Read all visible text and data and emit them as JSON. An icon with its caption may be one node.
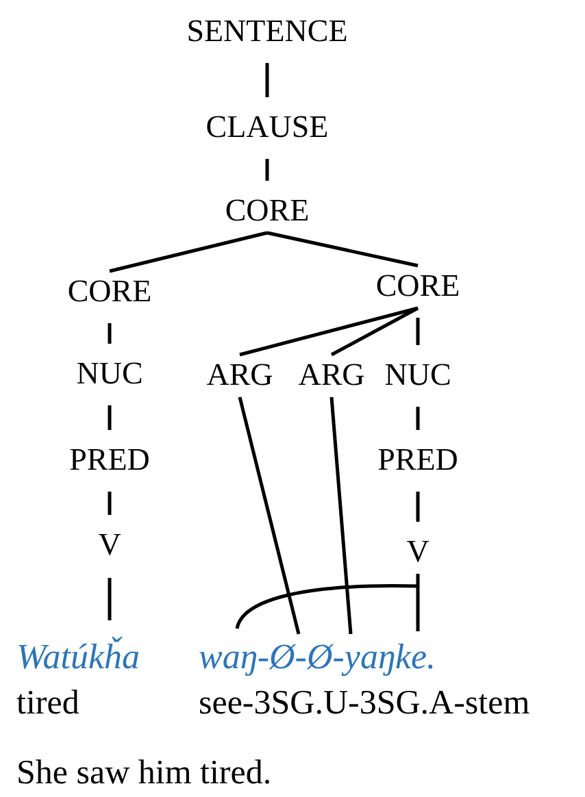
{
  "diagram": {
    "caption": "She saw him tired.",
    "nodes": [
      {
        "text": [
          "SENTENCE"
        ]
      },
      {
        "text": [
          "CLAUSE"
        ]
      },
      {
        "text": [
          "CORE"
        ]
      },
      {
        "text": [
          "CORE"
        ]
      },
      {
        "text": [
          "CORE"
        ]
      },
      {
        "text": [
          "NUC"
        ]
      },
      {
        "text": [
          "ARG"
        ]
      },
      {
        "text": [
          "ARG"
        ]
      },
      {
        "text": [
          "NUC"
        ]
      },
      {
        "text": [
          "PRED"
        ]
      },
      {
        "text": [
          "PRED"
        ]
      },
      {
        "text": [
          "V"
        ]
      },
      {
        "text": [
          "V"
        ]
      },
      {
        "text": [
          "Watúkȟa",
          "tired"
        ]
      },
      {
        "text": [
          "waŋ-Ø-Ø-yaŋke.",
          "see-3SG.U-3SG.A-stem"
        ]
      }
    ],
    "edges": [
      {
        "from": 0,
        "to": 1,
        "arrow": "none"
      },
      {
        "from": 1,
        "to": 2,
        "arrow": "none"
      },
      {
        "from": 2,
        "to": 3,
        "arrow": "none"
      },
      {
        "from": 2,
        "to": 4,
        "arrow": "none"
      },
      {
        "from": 3,
        "to": 5,
        "arrow": "none"
      },
      {
        "from": 4,
        "to": 6,
        "arrow": "none"
      },
      {
        "from": 4,
        "to": 7,
        "arrow": "none"
      },
      {
        "from": 4,
        "to": 8,
        "arrow": "none"
      },
      {
        "from": 5,
        "to": 9,
        "arrow": "none"
      },
      {
        "from": 8,
        "to": 10,
        "arrow": "none"
      },
      {
        "from": 9,
        "to": 11,
        "arrow": "none"
      },
      {
        "from": 10,
        "to": 12,
        "arrow": "none"
      },
      {
        "from": 11,
        "to": 13,
        "arrow": "none"
      },
      {
        "from": 6,
        "to": 14,
        "arrow": "none"
      },
      {
        "from": 7,
        "to": 14,
        "arrow": "none"
      },
      {
        "from": 12,
        "to": 14,
        "arrow": "none"
      }
    ]
  }
}
